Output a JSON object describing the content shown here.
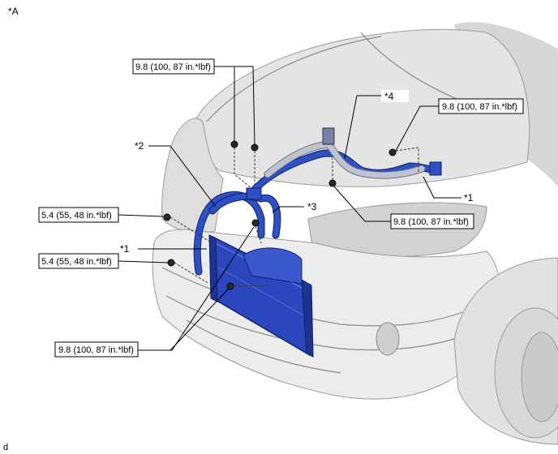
{
  "view_label": "*A",
  "corner_mark": "d",
  "callouts": {
    "part_1": "*1",
    "part_2": "*2",
    "part_3": "*3",
    "part_4": "*4"
  },
  "torques": {
    "t_top_left": "9.8 (100, 87 in.*lbf)",
    "t_top_right": "9.8 (100, 87 in.*lbf)",
    "t_mid_right": "9.8 (100, 87 in.*lbf)",
    "t_bottom": "9.8 (100, 87 in.*lbf)",
    "t_left_upper": "5.4 (55, 48 in.*lbf)",
    "t_left_lower": "5.4 (55, 48 in.*lbf)"
  },
  "colors": {
    "highlight_part": "#2f4fc4",
    "highlight_outline": "#0b1f6e",
    "vehicle_body": "#eaeaea"
  }
}
